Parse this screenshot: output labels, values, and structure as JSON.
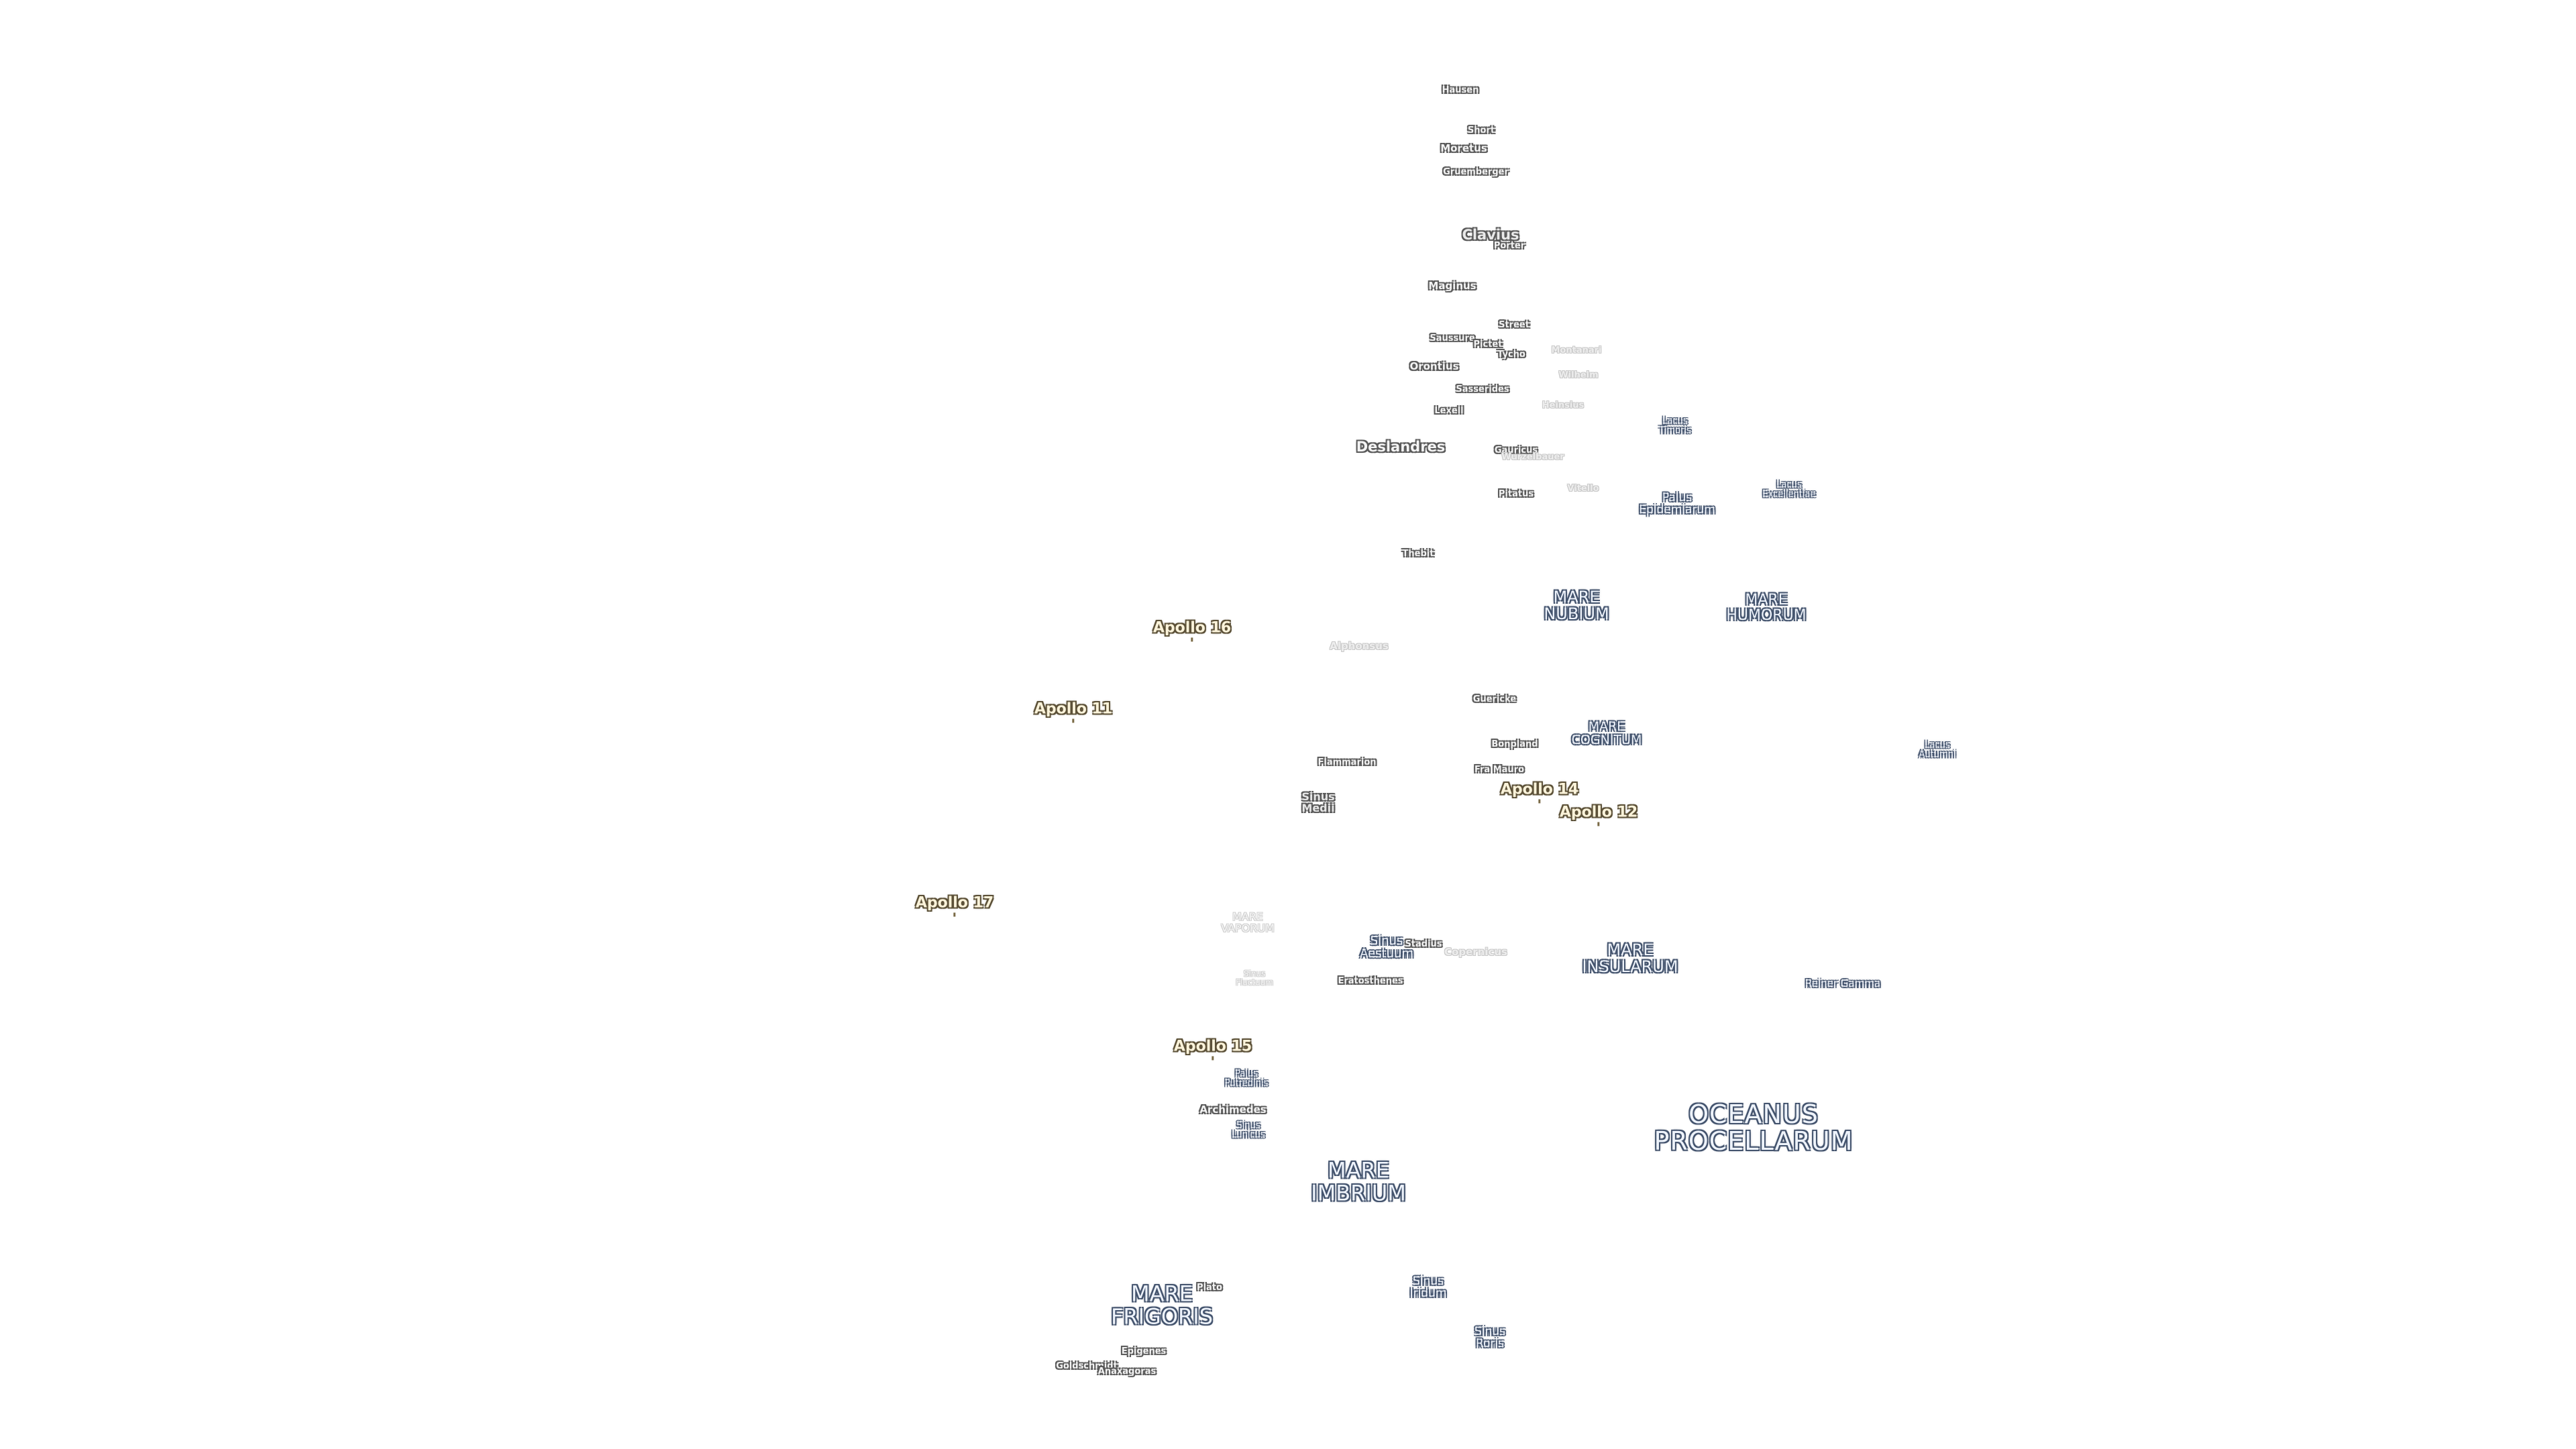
{
  "map": {
    "labels": {
      "hausen": "Hausen",
      "short": "Short",
      "moretus": "Moretus",
      "gruemberger": "Gruemberger",
      "clavius": "Clavius",
      "porter": "Porter",
      "maginus": "Maginus",
      "street": "Street",
      "saussure": "Saussure",
      "pictet": "Pictet",
      "tycho": "Tycho",
      "orontius": "Orontius",
      "sasserides": "Sasserides",
      "lexell": "Lexell",
      "heinsius": "Heinsius",
      "deslandres": "Deslandres",
      "gauricus": "Gauricus",
      "wurzelbauer": "Wurzelbauer",
      "pitatus": "Pitatus",
      "vitello": "Vitello",
      "montanari": "Montanari",
      "wilhelm": "Wilhelm",
      "thebit": "Thebit",
      "alphonsus": "Alphonsus",
      "guericke": "Guericke",
      "bonpland": "Bonpland",
      "flammarion": "Flammarion",
      "fra_mauro": "Fra Mauro",
      "sinus_medii": "Sinus\nMedii",
      "eratosthenes": "Eratosthenes",
      "copernicus": "Copernicus",
      "stadius": "Stadius",
      "archimedes": "Archimedes",
      "plato": "Plato",
      "epigenes": "Epigenes",
      "goldschmidt": "Goldschmidt",
      "anaxagoras": "Anaxagoras",
      "lacus_timoris": "Lacus\nTimoris",
      "lacus_excellentiae": "Lacus\nExcellentiae",
      "palus_epidemiarum": "Palus\nEpidemiarum",
      "lacus_autumni": "Lacus\nAutumni",
      "reiner_gamma": "Reiner Gamma",
      "sinus_aestuum": "Sinus\nAestuum",
      "sinus_fluctuum": "Sinus\nFluctuum",
      "palus_putredinis": "Palus\nPutredinis",
      "sinus_lunicus": "Sinus\nLunicus",
      "sinus_iridum": "Sinus\nIridum",
      "sinus_roris": "Sinus\nRoris",
      "mare_nubium": "MARE\nNUBIUM",
      "mare_humorum": "MARE\nHUMORUM",
      "mare_cognitum": "MARE\nCOGNITUM",
      "mare_insularum": "MARE\nINSULARUM",
      "mare_vaporum": "MARE\nVAPORUM",
      "oceanus_procellarum": "OCEANUS\nPROCELLARUM",
      "mare_imbrium": "MARE\nIMBRIUM",
      "mare_frigoris": "MARE\nFRIGORIS",
      "apollo_16": "Apollo 16",
      "apollo_11": "Apollo 11",
      "apollo_14": "Apollo 14",
      "apollo_12": "Apollo 12",
      "apollo_17": "Apollo 17",
      "apollo_15": "Apollo 15"
    }
  }
}
